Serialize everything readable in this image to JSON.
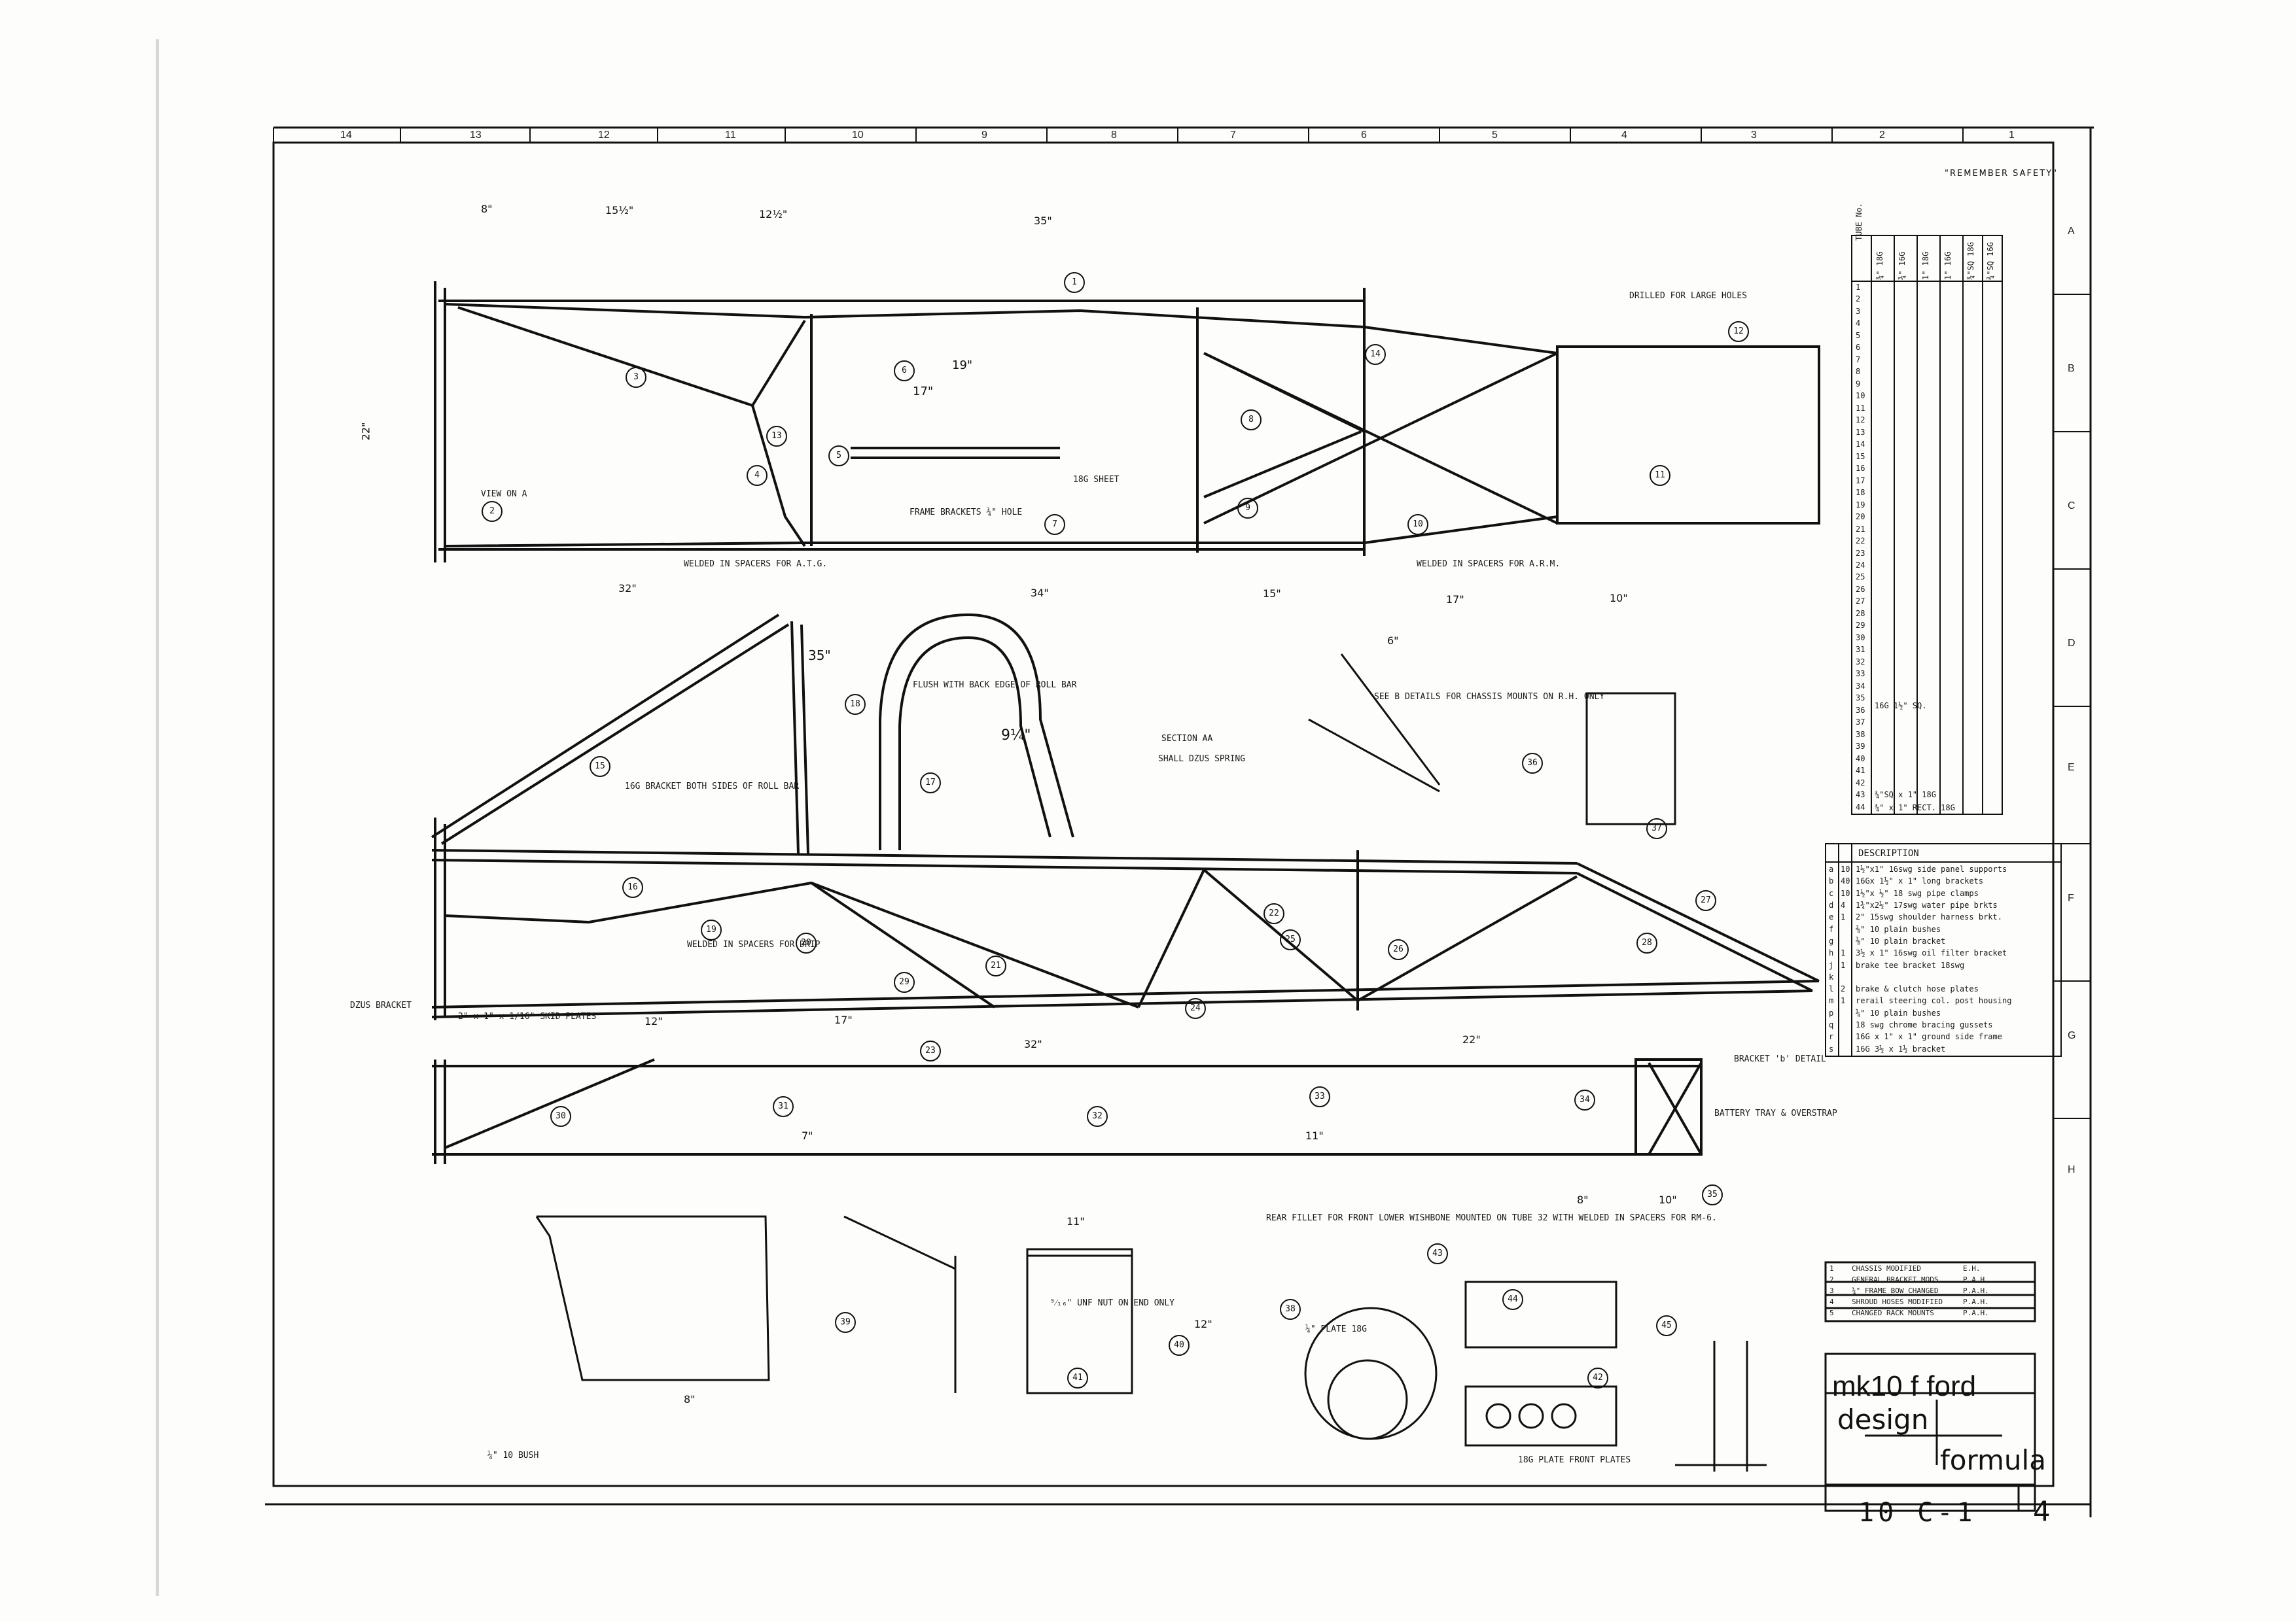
{
  "title_block": {
    "drawing_title": "mk10 f ford",
    "company_line_1": "design",
    "company_line_2": "formula",
    "drawing_number": "10 C-1",
    "sheet": "4",
    "safety_note": "\"REMEMBER SAFETY\""
  },
  "zone_columns": [
    "14",
    "13",
    "12",
    "11",
    "10",
    "9",
    "8",
    "7",
    "6",
    "5",
    "4",
    "3",
    "2",
    "1"
  ],
  "zone_rows": [
    "A",
    "B",
    "C",
    "D",
    "E",
    "F",
    "G",
    "H"
  ],
  "parts_list": {
    "header": "DESCRIPTION",
    "rows": [
      {
        "ref": "a",
        "qty": "10",
        "desc": "1½\"x1\" 16swg side panel supports"
      },
      {
        "ref": "b",
        "qty": "40",
        "desc": "16Gx 1½\" x 1\" long brackets"
      },
      {
        "ref": "c",
        "qty": "10",
        "desc": "1½\"x ½\" 18 swg pipe clamps"
      },
      {
        "ref": "d",
        "qty": "4",
        "desc": "1¾\"x2½\" 17swg water pipe brkts"
      },
      {
        "ref": "e",
        "qty": "1",
        "desc": "2\" 15swg shoulder harness brkt."
      },
      {
        "ref": "f",
        "qty": "",
        "desc": "⅜\" 10 plain bushes"
      },
      {
        "ref": "g",
        "qty": "",
        "desc": "⅜\" 10 plain bracket"
      },
      {
        "ref": "h",
        "qty": "1",
        "desc": "3½ x 1\" 16swg oil filter bracket"
      },
      {
        "ref": "j",
        "qty": "1",
        "desc": "brake tee bracket 18swg"
      },
      {
        "ref": "k",
        "qty": "",
        "desc": ""
      },
      {
        "ref": "l",
        "qty": "2",
        "desc": "brake & clutch hose plates"
      },
      {
        "ref": "m",
        "qty": "1",
        "desc": "rerail steering col. post housing"
      },
      {
        "ref": "p",
        "qty": "",
        "desc": "¼\" 10 plain bushes"
      },
      {
        "ref": "q",
        "qty": "",
        "desc": "18 swg chrome bracing gussets"
      },
      {
        "ref": "r",
        "qty": "",
        "desc": "16G x 1\" x 1\" ground side frame"
      },
      {
        "ref": "s",
        "qty": "",
        "desc": "16G 3½ x 1½ bracket"
      }
    ]
  },
  "tube_table": {
    "col_headers": [
      "TUBE No.",
      "¾\" 18G",
      "¾\" 16G",
      "1\" 18G",
      "1\" 16G",
      "¾\"SQ 18G",
      "¾\"SQ 16G"
    ],
    "row_numbers": [
      "1",
      "2",
      "3",
      "4",
      "5",
      "6",
      "7",
      "8",
      "9",
      "10",
      "11",
      "12",
      "13",
      "14",
      "15",
      "16",
      "17",
      "18",
      "19",
      "20",
      "21",
      "22",
      "23",
      "24",
      "25",
      "26",
      "27",
      "28",
      "29",
      "30",
      "31",
      "32",
      "33",
      "34",
      "35",
      "36",
      "37",
      "38",
      "39",
      "40",
      "41",
      "42",
      "43",
      "44"
    ],
    "row_37_note": "16G 1½\" SQ.",
    "row_43_note": "¾\"SQ x 1\" 18G",
    "row_44_note": "¾\" x 1\" RECT. 18G"
  },
  "revisions": [
    {
      "mark": "1",
      "text": "CHASSIS MODIFIED",
      "init": "E.H."
    },
    {
      "mark": "2",
      "text": "GENERAL BRACKET MODS.",
      "init": "P.A.H."
    },
    {
      "mark": "3",
      "text": "¾\" FRAME BOW CHANGED",
      "init": "P.A.H."
    },
    {
      "mark": "4",
      "text": "SHROUD HOSES MODIFIED",
      "init": "P.A.H."
    },
    {
      "mark": "5",
      "text": "CHANGED RACK MOUNTS",
      "init": "P.A.H."
    }
  ],
  "annotations": {
    "view_on_a": "VIEW ON A",
    "frame_brackets": "FRAME BRACKETS ¾\" HOLE",
    "welded_spacers_left": "WELDED IN SPACERS FOR A.T.G.",
    "welded_spacers_right": "WELDED IN SPACERS FOR A.R.M.",
    "sheet_18g": "18G SHEET",
    "drilled_holes": "DRILLED FOR LARGE HOLES",
    "bracket_both": "16G BRACKET BOTH SIDES OF ROLL BAR",
    "flush_with_back": "FLUSH WITH BACK EDGE OF ROLL BAR",
    "section_aa": "SECTION AA",
    "shall_dzus_spring": "SHALL DZUS SPRING",
    "see_b_details": "SEE B DETAILS FOR CHASSIS MOUNTS ON R.H. ONLY",
    "dzus_bracket": "DZUS BRACKET",
    "skid_plates": "2\" x 1\" x 1/16\" SKID PLATES",
    "welded_in_spacers_hoop": "WELDED IN SPACERS FOR DRIP",
    "bracket_b_detail": "BRACKET 'b' DETAIL",
    "battery_tray": "BATTERY TRAY & OVERSTRAP",
    "rear_fillet": "REAR FILLET FOR FRONT LOWER WISHBONE MOUNTED ON TUBE 32 WITH WELDED IN SPACERS FOR RM-6.",
    "plate_18g": "¼\" PLATE 18G",
    "nut_on_end": "⁵⁄₁₆\" UNF NUT ON END ONLY",
    "base_ten": "¼\" 10 BUSH",
    "plate_rear": "18G PLATE FRONT PLATES"
  },
  "dimensions": {
    "top_8": "8\"",
    "top_15_5": "15½\"",
    "top_12_5": "12½\"",
    "top_35": "35\"",
    "top_32": "32\"",
    "top_34": "34\"",
    "top_15": "15\"",
    "top_17": "17\"",
    "top_10": "10\"",
    "top_19": "19\"",
    "top_17b": "17\"",
    "top_22": "22\"",
    "side_17": "17\"",
    "side_12": "12\"",
    "side_32": "32\"",
    "side_22": "22\"",
    "side_10": "10\"",
    "side_7": "7\"",
    "side_11": "11\"",
    "side_8": "8\"",
    "side_6": "6\"",
    "roll_35": "35\"",
    "roll_94": "9¼\"",
    "bot_8": "8\"",
    "bot_12": "12\"",
    "bot_11": "11\""
  },
  "balloons_top": [
    "1",
    "2",
    "3",
    "4",
    "5",
    "6",
    "7",
    "8",
    "9",
    "10",
    "11",
    "12",
    "13",
    "14"
  ],
  "balloons_side": [
    "15",
    "16",
    "17",
    "18",
    "19",
    "20",
    "21",
    "22",
    "23",
    "24",
    "25",
    "26",
    "27",
    "28",
    "29",
    "30",
    "31",
    "32",
    "33",
    "34",
    "35",
    "36",
    "37"
  ],
  "balloons_detail": [
    "38",
    "39",
    "40",
    "41",
    "42",
    "43",
    "44",
    "45"
  ],
  "colors": {
    "ink": "#1a1a1a",
    "paper": "#fdfdfb",
    "frame": "#111111"
  }
}
